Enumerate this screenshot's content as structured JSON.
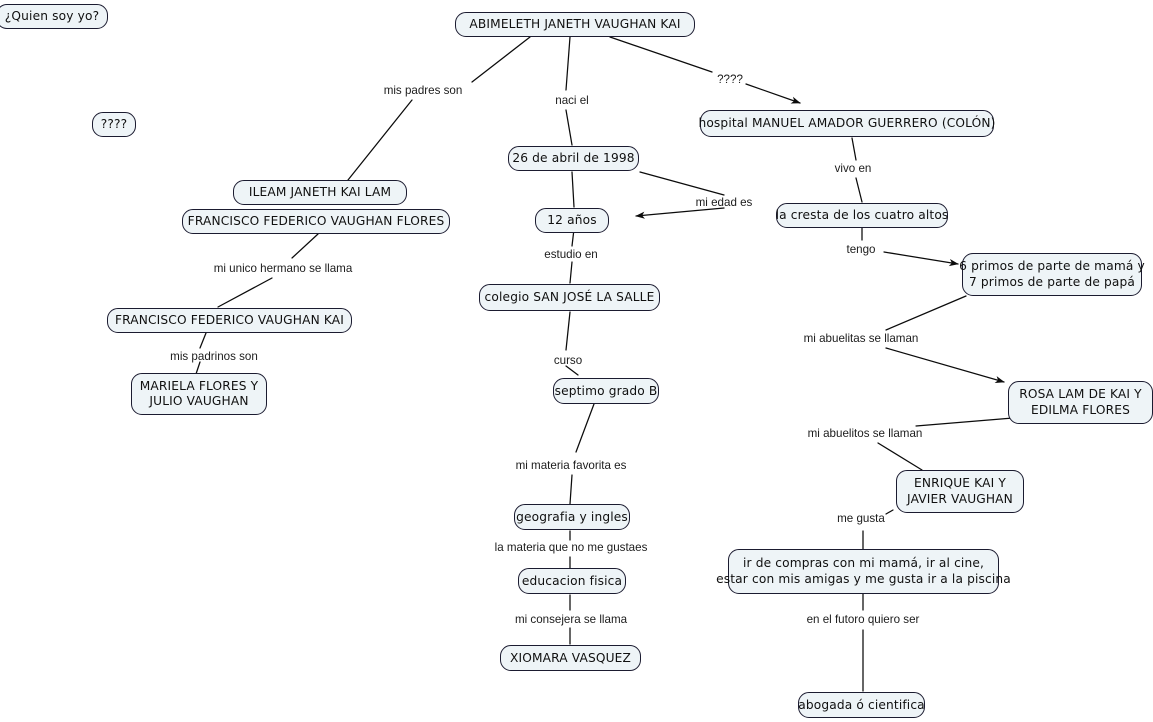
{
  "map": {
    "title": "¿Quien soy yo?",
    "root_label": "ABIMELETH JANETH VAUGHAN KAI",
    "background_color": "#ffffff",
    "node_fill_color": "#eef4f7",
    "node_border_color": "#1b1b30",
    "text_color": "#101010",
    "link_label_color": "#1c1c1c"
  },
  "nodes": [
    {
      "id": "quien-soy-yo",
      "label": "¿Quien soy yo?"
    },
    {
      "id": "interrogantes",
      "label": "????"
    },
    {
      "id": "abimeleth",
      "label": "ABIMELETH JANETH VAUGHAN KAI"
    },
    {
      "id": "ileam",
      "label": "ILEAM JANETH KAI LAM"
    },
    {
      "id": "francisco-flores",
      "label": "FRANCISCO FEDERICO VAUGHAN FLORES"
    },
    {
      "id": "francisco-kai",
      "label": "FRANCISCO FEDERICO VAUGHAN KAI"
    },
    {
      "id": "padrinos",
      "label": "MARIELA FLORES Y\nJULIO VAUGHAN"
    },
    {
      "id": "fecha-nacimiento",
      "label": "26 de abril de 1998"
    },
    {
      "id": "edad",
      "label": "12 años"
    },
    {
      "id": "colegio",
      "label": "colegio SAN JOSÉ LA SALLE"
    },
    {
      "id": "curso",
      "label": "septimo grado B"
    },
    {
      "id": "materia-favorita",
      "label": "geografia y ingles"
    },
    {
      "id": "materia-no-gusta",
      "label": "educacion fisica"
    },
    {
      "id": "consejera",
      "label": "XIOMARA VASQUEZ"
    },
    {
      "id": "hospital",
      "label": "hospital MANUEL AMADOR GUERRERO (COLÓN)"
    },
    {
      "id": "residencia",
      "label": "la cresta de los cuatro altos"
    },
    {
      "id": "primos",
      "label": "6 primos de parte de mamá y\n7 primos de parte de papá"
    },
    {
      "id": "abuelitas",
      "label": "ROSA LAM DE KAI Y\nEDILMA FLORES"
    },
    {
      "id": "abuelitos",
      "label": "ENRIQUE KAI Y\nJAVIER VAUGHAN"
    },
    {
      "id": "me-gusta",
      "label": "ir de compras con mi mamá, ir al cine,\nestar con mis amigas y me gusta ir a la piscina"
    },
    {
      "id": "futuro",
      "label": "abogada ó cientifica"
    }
  ],
  "link_labels": [
    {
      "id": "mis-padres-son",
      "label": "mis padres son"
    },
    {
      "id": "naci-el",
      "label": "naci el"
    },
    {
      "id": "interrogantes-link",
      "label": "????"
    },
    {
      "id": "mi-unico-hermano",
      "label": "mi unico hermano se llama"
    },
    {
      "id": "mis-padrinos-son",
      "label": "mis padrinos son"
    },
    {
      "id": "mi-edad-es",
      "label": "mi edad es"
    },
    {
      "id": "estudio-en",
      "label": "estudio en"
    },
    {
      "id": "curso-link",
      "label": "curso"
    },
    {
      "id": "mi-materia-favorita-es",
      "label": "mi materia favorita es"
    },
    {
      "id": "materia-que-no-gustaes",
      "label": "la materia que no me gustaes"
    },
    {
      "id": "mi-consejera-se-llama",
      "label": "mi consejera se llama"
    },
    {
      "id": "vivo-en",
      "label": "vivo en"
    },
    {
      "id": "tengo",
      "label": "tengo"
    },
    {
      "id": "mi-abuelitas-se-llaman",
      "label": "mi abuelitas se llaman"
    },
    {
      "id": "mi-abuelitos-se-llaman",
      "label": "mi abuelitos se llaman"
    },
    {
      "id": "me-gusta-link",
      "label": "me gusta"
    },
    {
      "id": "en-el-futoro-quiero-ser",
      "label": "en el futoro quiero ser"
    }
  ]
}
